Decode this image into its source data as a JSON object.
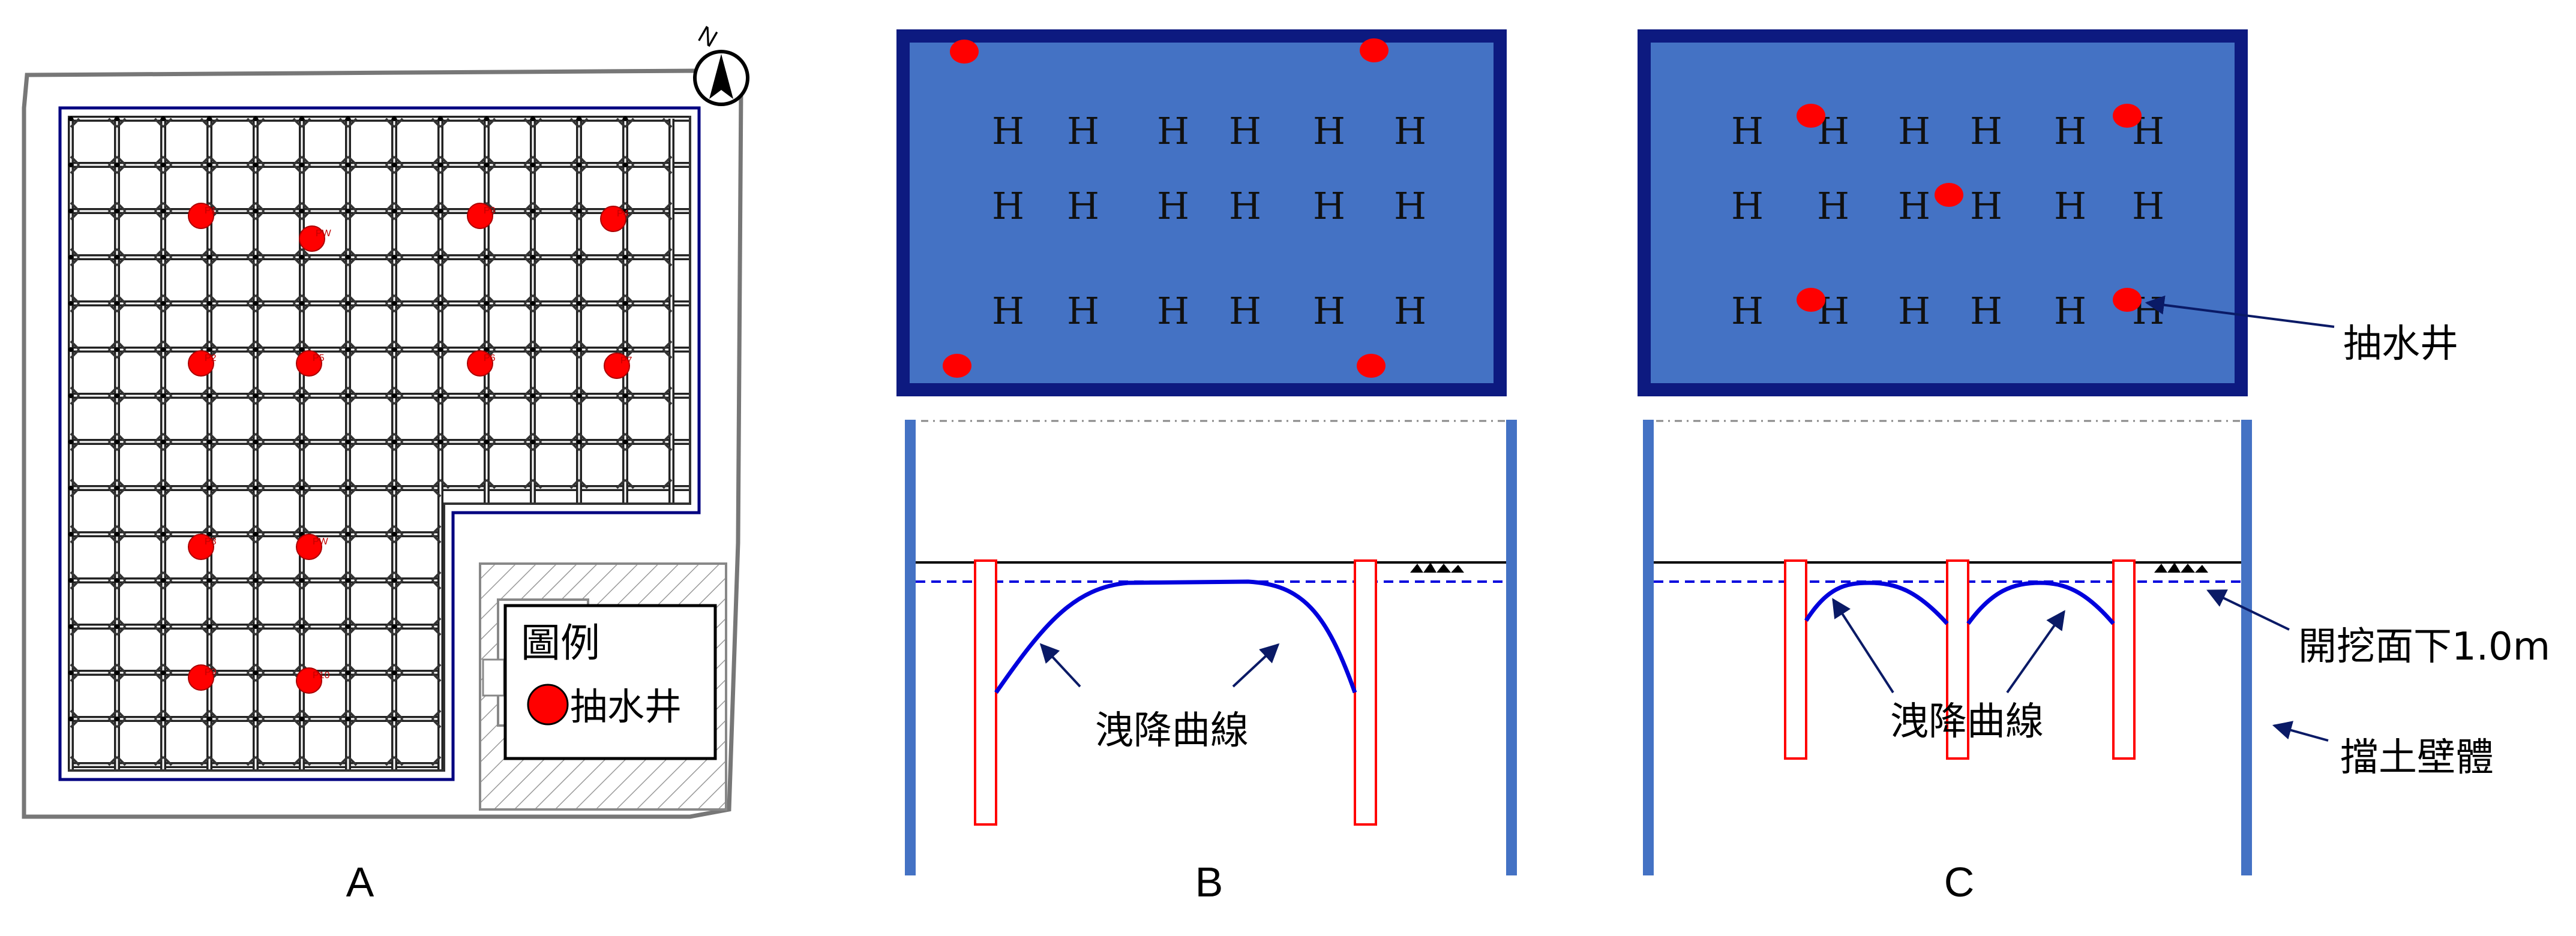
{
  "panels": {
    "a": {
      "label": "A"
    },
    "b": {
      "label": "B"
    },
    "c": {
      "label": "C"
    }
  },
  "north_arrow": {
    "label": "N"
  },
  "legend": {
    "title": "圖例",
    "item": "抽水井"
  },
  "well_labels_a": [
    "P1",
    "PW",
    "P3",
    "P4",
    "P2",
    "P5",
    "P6",
    "P7",
    "P8",
    "PW",
    "P9",
    "P10"
  ],
  "h_row": [
    "H",
    "H",
    "H",
    "H",
    "H",
    "H"
  ],
  "callouts": {
    "drawdown_b": "洩降曲線",
    "drawdown_c": "洩降曲線",
    "well": "抽水井",
    "depth": "開挖面下1.0m",
    "wall": "擋土壁體"
  },
  "colors": {
    "well": "#ff0000",
    "plan_fill": "#4472c4",
    "plan_border": "#0d1a80",
    "wall": "#4472c4",
    "curve": "#0000cc"
  }
}
